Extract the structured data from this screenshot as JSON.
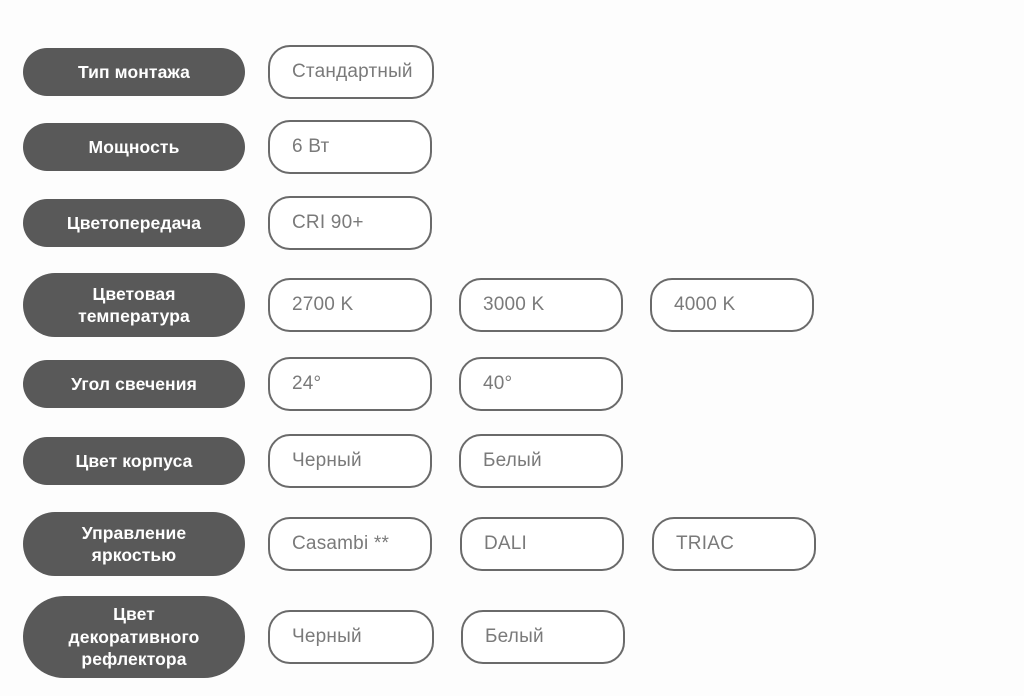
{
  "page": {
    "background_color": "#fdfdfd",
    "label_pill_color": "#595959",
    "label_text_color": "#ffffff",
    "option_border_color": "#6a6a6a",
    "option_text_color": "#7a7a7a",
    "option_fill_color": "#ffffff"
  },
  "rows": [
    {
      "label": "Тип монтажа",
      "label_lines": 1,
      "options": [
        "Стандартный"
      ]
    },
    {
      "label": "Мощность",
      "label_lines": 1,
      "options": [
        "6 Вт"
      ]
    },
    {
      "label": "Цветопередача",
      "label_lines": 1,
      "options": [
        "CRI 90+"
      ]
    },
    {
      "label": "Цветовая\nтемпература",
      "label_lines": 2,
      "options": [
        "2700 K",
        "3000 K",
        "4000 K"
      ]
    },
    {
      "label": "Угол свечения",
      "label_lines": 1,
      "options": [
        "24°",
        "40°"
      ]
    },
    {
      "label": "Цвет корпуса",
      "label_lines": 1,
      "options": [
        "Черный",
        "Белый"
      ]
    },
    {
      "label": "Управление\nяркостью",
      "label_lines": 2,
      "options": [
        "Casambi **",
        "DALI",
        "TRIAC"
      ]
    },
    {
      "label": "Цвет\nдекоративного\nрефлектора",
      "label_lines": 3,
      "options": [
        "Черный",
        "Белый"
      ]
    }
  ]
}
